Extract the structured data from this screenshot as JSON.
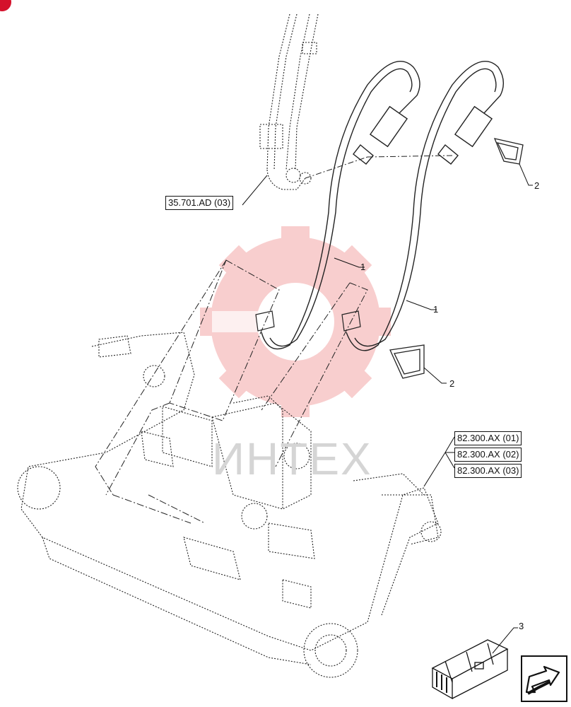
{
  "references": {
    "hose_connection": "35.701.AD (03)",
    "frame_refs": [
      "82.300.AX (01)",
      "82.300.AX (02)",
      "82.300.AX (03)"
    ]
  },
  "callouts": {
    "hose_left": "1",
    "hose_right": "1",
    "cap_top": "2",
    "cap_bottom": "2",
    "kit_box": "3"
  },
  "watermark": {
    "text": "ИНТЕХ",
    "gear_color": "#f4a7a7",
    "text_color": "#d5d5d5"
  },
  "colors": {
    "line": "#222222",
    "badge": "#d4112b"
  },
  "icons": {
    "navigation": "next-page-arrow-icon"
  }
}
